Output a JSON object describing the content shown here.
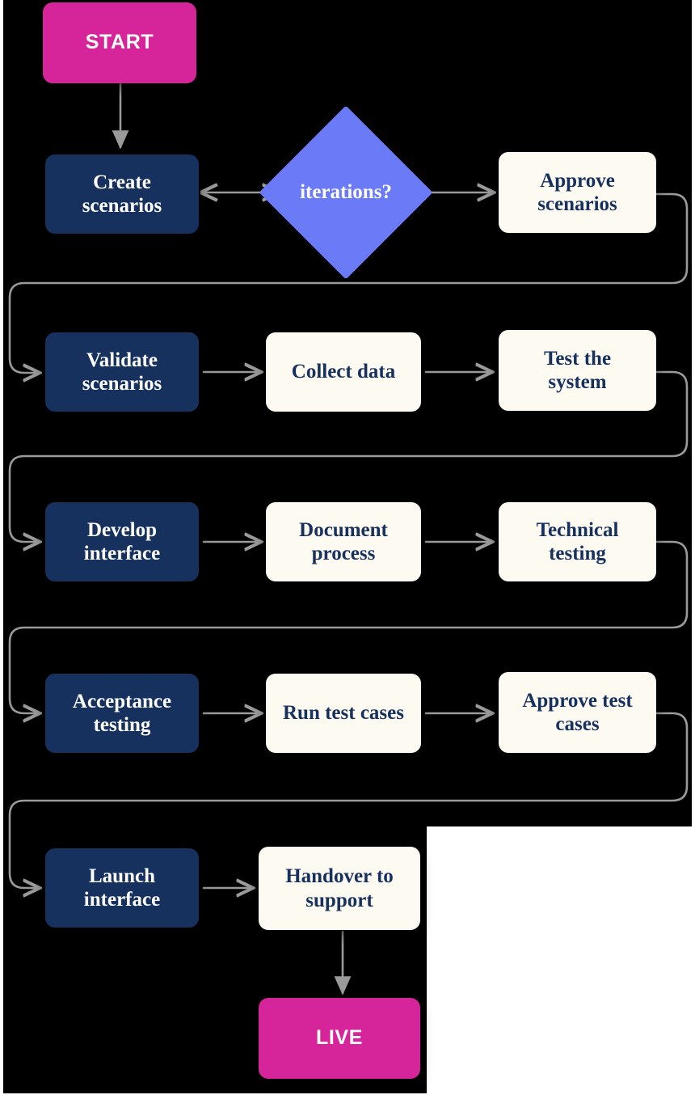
{
  "diagram": {
    "title": "Interface delivery process flowchart",
    "background_color": "#000000",
    "page_background": "#ffffff",
    "colors": {
      "terminal": "#D6259A",
      "primary": "#17315E",
      "secondary": "#FDFAF2",
      "decision": "#6B7BF7",
      "connector": "#9a9a9a",
      "text_light": "#ffffff",
      "text_dark": "#17315E"
    },
    "nodes": [
      {
        "id": "start",
        "label": "START",
        "shape": "rounded-rect",
        "style": "terminal"
      },
      {
        "id": "create-scenarios",
        "label": "Create scenarios",
        "shape": "rounded-rect",
        "style": "primary"
      },
      {
        "id": "iterations",
        "label": "iterations?",
        "shape": "diamond",
        "style": "decision"
      },
      {
        "id": "approve-scenarios",
        "label": "Approve scenarios",
        "shape": "rounded-rect",
        "style": "secondary"
      },
      {
        "id": "validate-scenarios",
        "label": "Validate scenarios",
        "shape": "rounded-rect",
        "style": "primary"
      },
      {
        "id": "collect-data",
        "label": "Collect data",
        "shape": "rounded-rect",
        "style": "secondary"
      },
      {
        "id": "test-system",
        "label": "Test the system",
        "shape": "rounded-rect",
        "style": "secondary"
      },
      {
        "id": "develop-interface",
        "label": "Develop interface",
        "shape": "rounded-rect",
        "style": "primary"
      },
      {
        "id": "document-process",
        "label": "Document process",
        "shape": "rounded-rect",
        "style": "secondary"
      },
      {
        "id": "technical-testing",
        "label": "Technical testing",
        "shape": "rounded-rect",
        "style": "secondary"
      },
      {
        "id": "acceptance-testing",
        "label": "Acceptance testing",
        "shape": "rounded-rect",
        "style": "primary"
      },
      {
        "id": "run-test-cases",
        "label": "Run test cases",
        "shape": "rounded-rect",
        "style": "secondary"
      },
      {
        "id": "approve-test-cases",
        "label": "Approve test cases",
        "shape": "rounded-rect",
        "style": "secondary"
      },
      {
        "id": "launch-interface",
        "label": "Launch interface",
        "shape": "rounded-rect",
        "style": "primary"
      },
      {
        "id": "handover-support",
        "label": "Handover to support",
        "shape": "rounded-rect",
        "style": "secondary"
      },
      {
        "id": "live",
        "label": "LIVE",
        "shape": "rounded-rect",
        "style": "terminal"
      }
    ],
    "edges": [
      {
        "from": "start",
        "to": "create-scenarios",
        "label": "",
        "direction": "down"
      },
      {
        "from": "create-scenarios",
        "to": "iterations",
        "label": "",
        "direction": "both"
      },
      {
        "from": "iterations",
        "to": "approve-scenarios",
        "label": "",
        "direction": "right"
      },
      {
        "from": "approve-scenarios",
        "to": "validate-scenarios",
        "label": "",
        "direction": "wrap"
      },
      {
        "from": "validate-scenarios",
        "to": "collect-data",
        "label": "",
        "direction": "right"
      },
      {
        "from": "collect-data",
        "to": "test-system",
        "label": "",
        "direction": "right"
      },
      {
        "from": "test-system",
        "to": "develop-interface",
        "label": "",
        "direction": "wrap"
      },
      {
        "from": "develop-interface",
        "to": "document-process",
        "label": "",
        "direction": "right"
      },
      {
        "from": "document-process",
        "to": "technical-testing",
        "label": "",
        "direction": "right"
      },
      {
        "from": "technical-testing",
        "to": "acceptance-testing",
        "label": "",
        "direction": "wrap"
      },
      {
        "from": "acceptance-testing",
        "to": "run-test-cases",
        "label": "",
        "direction": "right"
      },
      {
        "from": "run-test-cases",
        "to": "approve-test-cases",
        "label": "",
        "direction": "right"
      },
      {
        "from": "approve-test-cases",
        "to": "launch-interface",
        "label": "",
        "direction": "wrap"
      },
      {
        "from": "launch-interface",
        "to": "handover-support",
        "label": "",
        "direction": "right"
      },
      {
        "from": "handover-support",
        "to": "live",
        "label": "",
        "direction": "down"
      }
    ],
    "labels": {
      "start": "START",
      "create_scenarios_l1": "Create",
      "create_scenarios_l2": "scenarios",
      "iterations": "iterations?",
      "approve_scenarios_l1": "Approve",
      "approve_scenarios_l2": "scenarios",
      "validate_scenarios_l1": "Validate",
      "validate_scenarios_l2": "scenarios",
      "collect_data": "Collect data",
      "test_system_l1": "Test the",
      "test_system_l2": "system",
      "develop_interface_l1": "Develop",
      "develop_interface_l2": "interface",
      "document_process_l1": "Document",
      "document_process_l2": "process",
      "technical_testing_l1": "Technical",
      "technical_testing_l2": "testing",
      "acceptance_testing_l1": "Acceptance",
      "acceptance_testing_l2": "testing",
      "run_test_cases": "Run test cases",
      "approve_test_cases_l1": "Approve test",
      "approve_test_cases_l2": "cases",
      "launch_interface_l1": "Launch",
      "launch_interface_l2": "interface",
      "handover_support_l1": "Handover to",
      "handover_support_l2": "support",
      "live": "LIVE"
    }
  }
}
